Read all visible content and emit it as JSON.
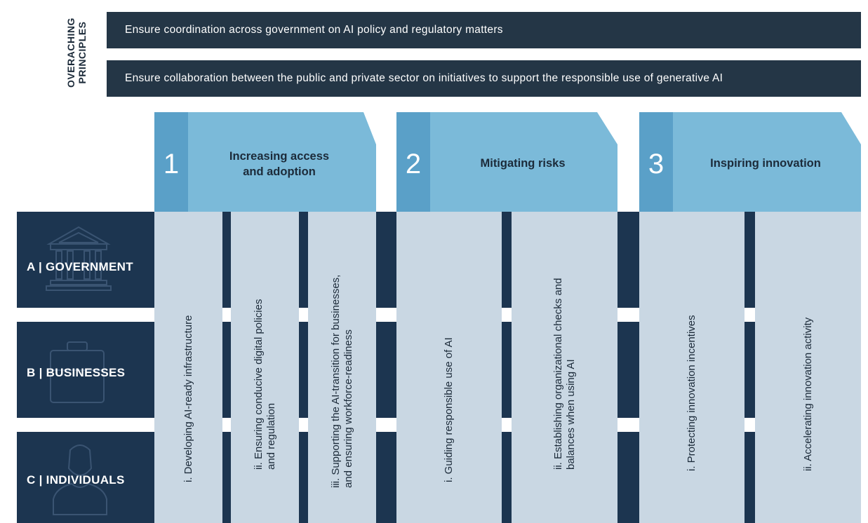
{
  "overarching_label": [
    "OVERACHING",
    "PRINCIPLES"
  ],
  "principles": [
    "Ensure coordination across government on AI policy and regulatory matters",
    "Ensure collaboration between the public and private sector on initiatives to support the responsible use of generative AI"
  ],
  "rows": [
    {
      "label": "A | GOVERNMENT",
      "icon": "government-building-icon"
    },
    {
      "label": "B | BUSINESSES",
      "icon": "briefcase-icon"
    },
    {
      "label": "C | INDIVIDUALS",
      "icon": "person-icon"
    }
  ],
  "pillars": [
    {
      "number": "1",
      "title_lines": [
        "Increasing access",
        "and adoption"
      ],
      "items": [
        [
          "i. Developing AI-ready infrastructure"
        ],
        [
          "ii. Ensuring conducive digital policies",
          "and regulation"
        ],
        [
          "iii. Supporting the AI-transition for businesses,",
          "and ensuring workforce-readiness"
        ]
      ]
    },
    {
      "number": "2",
      "title_lines": [
        "Mitigating risks"
      ],
      "items": [
        [
          "i. Guiding responsible use of AI"
        ],
        [
          "ii. Establishing organizational checks and",
          "balances when using AI"
        ]
      ]
    },
    {
      "number": "3",
      "title_lines": [
        "Inspiring innovation"
      ],
      "items": [
        [
          "i. Protecting innovation incentives"
        ],
        [
          "ii. Accelerating innovation activity"
        ]
      ]
    }
  ],
  "colors": {
    "dark_band": "#1c3550",
    "principle_bar": "#243646",
    "pillar_light": "#7bbad9",
    "pillar_dark": "#5aa0c8",
    "column_fill": "#c9d7e3"
  }
}
